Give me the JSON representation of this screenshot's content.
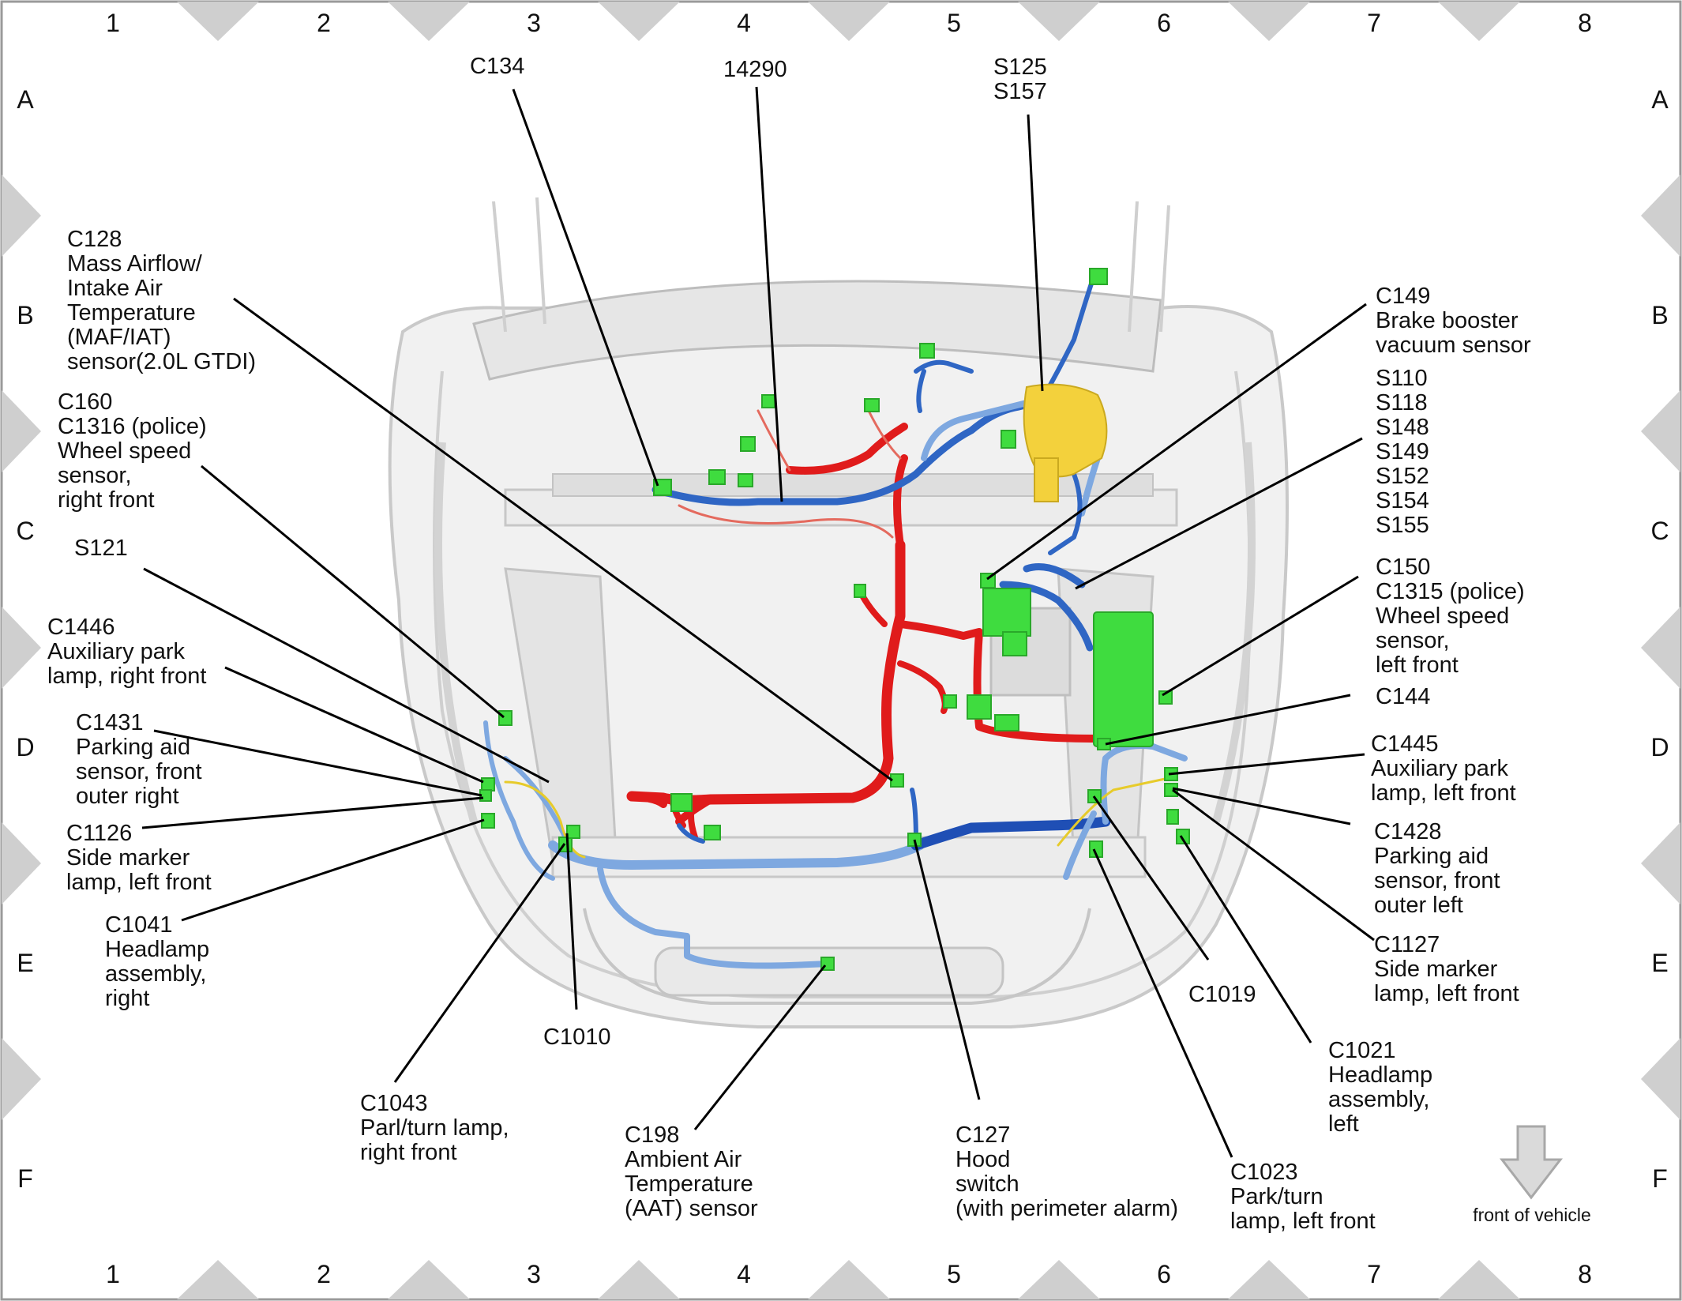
{
  "colors": {
    "ground_harness": "#e01b1b",
    "signal_harness": "#2f66c4",
    "light_harness": "#7ea8e0",
    "connector": "#3fdc3f",
    "component_yellow": "#f3d13c",
    "body_outline": "#c9c9c9",
    "grid_marker": "#cfcfcf"
  },
  "grid": {
    "columns": [
      "1",
      "2",
      "3",
      "4",
      "5",
      "6",
      "7",
      "8"
    ],
    "rows": [
      "A",
      "B",
      "C",
      "D",
      "E",
      "F"
    ]
  },
  "labels": {
    "c134": [
      "C134"
    ],
    "n14290": [
      "14290"
    ],
    "s125": [
      "S125",
      "S157"
    ],
    "c128": [
      "C128",
      "Mass Airflow/",
      "Intake Air",
      "Temperature",
      "(MAF/IAT)",
      "sensor(2.0L GTDI)"
    ],
    "c160": [
      "C160",
      "C1316  (police)",
      "Wheel speed",
      "sensor,",
      "right front"
    ],
    "s121": [
      "S121"
    ],
    "c1446": [
      "C1446",
      "Auxiliary park",
      "lamp, right front"
    ],
    "c1431": [
      "C1431",
      "Parking aid",
      "sensor, front",
      "outer right"
    ],
    "c1126": [
      "C1126",
      "Side marker",
      "lamp, left front"
    ],
    "c1041": [
      "C1041",
      "Headlamp",
      "assembly,",
      "right"
    ],
    "c1010": [
      "C1010"
    ],
    "c1043": [
      "C1043",
      "Parl/turn lamp,",
      "right front"
    ],
    "c198": [
      "C198",
      "Ambient Air",
      "Temperature",
      "(AAT) sensor"
    ],
    "c127": [
      "C127",
      "Hood",
      "switch",
      "(with perimeter alarm)"
    ],
    "c1023": [
      "C1023",
      "Park/turn",
      "lamp, left front"
    ],
    "c1021": [
      "C1021",
      "Headlamp",
      "assembly,",
      "left"
    ],
    "c1019": [
      "C1019"
    ],
    "c1127": [
      "C1127",
      "Side marker",
      "lamp, left front"
    ],
    "c1428": [
      "C1428",
      "Parking aid",
      "sensor, front",
      "outer left"
    ],
    "c1445": [
      "C1445",
      "Auxiliary park",
      "lamp, left front"
    ],
    "c144": [
      "C144"
    ],
    "c150": [
      "C150",
      "C1315  (police)",
      "Wheel speed",
      "sensor,",
      "left front"
    ],
    "s110": [
      "S110",
      "S118",
      "S148",
      "S149",
      "S152",
      "S154",
      "S155"
    ],
    "c149": [
      "C149",
      "Brake booster",
      "vacuum sensor"
    ]
  },
  "front_of_vehicle": "front of vehicle",
  "arrow_icon": "down-arrow-icon"
}
